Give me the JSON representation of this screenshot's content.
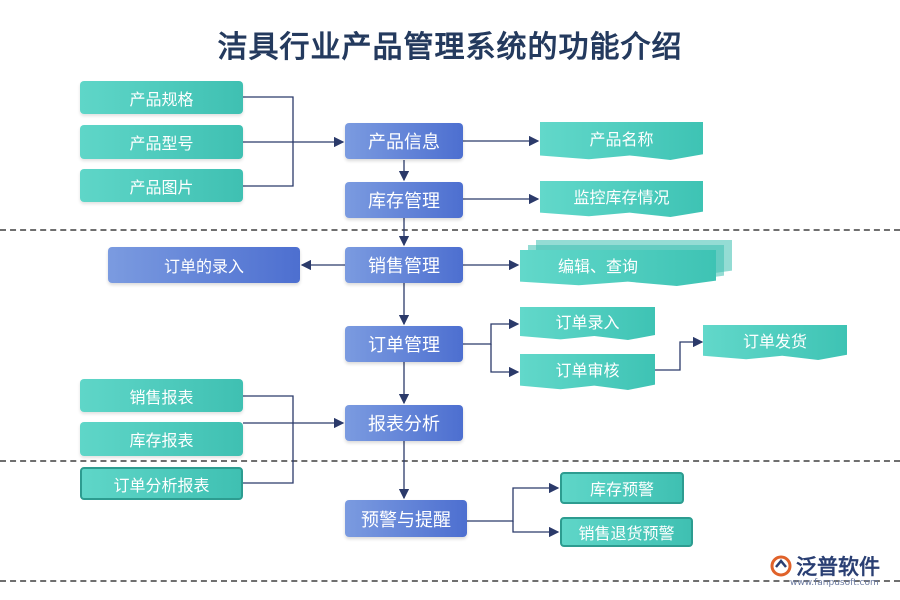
{
  "title": "洁具行业产品管理系统的功能介绍",
  "left_inputs_top": [
    "产品规格",
    "产品型号",
    "产品图片"
  ],
  "left_inputs_bottom": [
    "销售报表",
    "库存报表",
    "订单分析报表"
  ],
  "main_flow": [
    "产品信息",
    "库存管理",
    "销售管理",
    "订单管理",
    "报表分析",
    "预警与提醒"
  ],
  "order_entry_left": "订单的录入",
  "right_outputs": {
    "product_name": "产品名称",
    "monitor_stock": "监控库存情况",
    "edit_query": "编辑、查询",
    "order_entry": "订单录入",
    "order_review": "订单审核",
    "order_ship": "订单发货",
    "stock_warning": "库存预警",
    "return_warning": "销售退货预警"
  },
  "logo": {
    "name": "泛普软件",
    "url": "www.fanpusoft.com"
  }
}
